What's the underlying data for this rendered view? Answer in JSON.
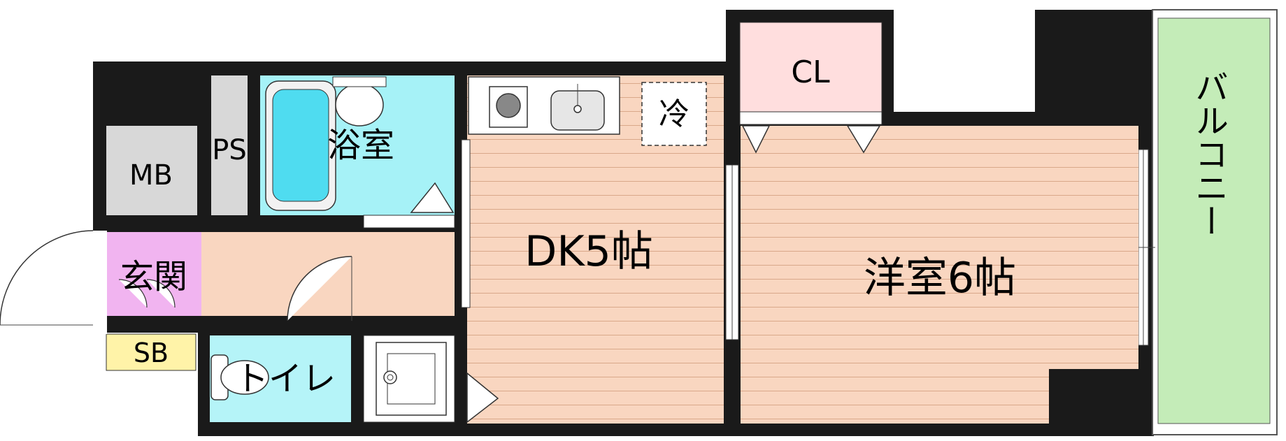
{
  "labels": {
    "mb": "MB",
    "ps": "PS",
    "bath": "浴室",
    "cl": "CL",
    "fridge": "冷",
    "dk": "DK5帖",
    "western": "洋室6帖",
    "balcony": "バルコニー",
    "entrance": "玄関",
    "sb": "SB",
    "toilet": "トイレ"
  },
  "colors": {
    "wall": "#1a1a1a",
    "floor": "#f9d6c0",
    "floor_line": "#d9a88a",
    "bath": "#a6f2f7",
    "tub": "#4fdcf0",
    "toilet": "#b5f4f8",
    "closet": "#ffdede",
    "balcony": "#c4ecb8",
    "storage": "#d8d8d8",
    "entrance": "#f1b4f0",
    "shoe_box": "#fff3a8"
  }
}
